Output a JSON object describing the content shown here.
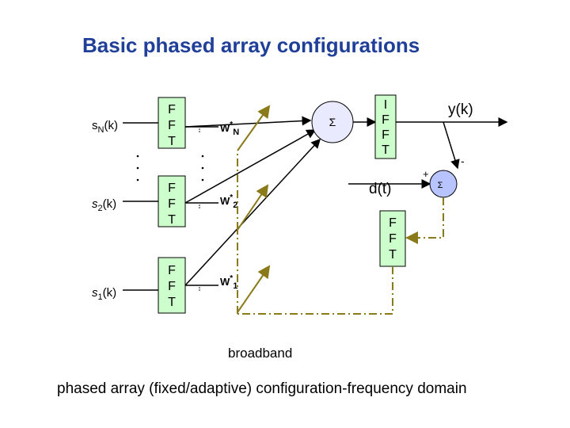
{
  "title": "Basic phased array configurations",
  "signals": [
    {
      "base": "s",
      "sub": "N",
      "tail": "(k)"
    },
    {
      "base": "s",
      "sub": "2",
      "tail": "(k)"
    },
    {
      "base": "s",
      "sub": "1",
      "tail": "(k)"
    }
  ],
  "fft_letters": [
    "F",
    "F",
    "T"
  ],
  "ifft_letters": [
    "I",
    "F",
    "F",
    "T"
  ],
  "weights": [
    {
      "base": "W",
      "sup": "*",
      "sub": "N"
    },
    {
      "base": "W",
      "sup": "*",
      "sub": "2"
    },
    {
      "base": "W",
      "sup": "*",
      "sub": "1"
    }
  ],
  "sum_symbol": "Σ",
  "error_sum_symbol": "Σ",
  "plus_sign": "+",
  "minus_sign": "-",
  "output_label": "y(k)",
  "desired_label": "d(t)",
  "caption_broadband": "broadband",
  "caption_domain": "phased array (fixed/adaptive) configuration-frequency domain",
  "colors": {
    "title": "#1f3f99",
    "fft_fill": "#ccffcc",
    "ifft_fill": "#ccffcc",
    "sum_fill": "#eaeaff",
    "error_sum_fill": "#b8c4ff",
    "feedback_line": "#8a7a1a"
  }
}
